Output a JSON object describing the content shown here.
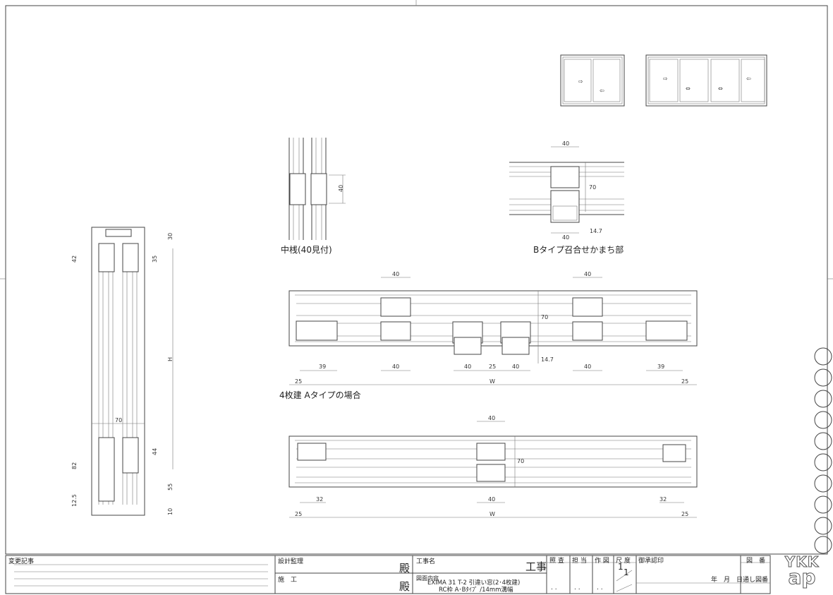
{
  "drawing": {
    "mullion_caption": "中桟(40見付)",
    "mullion_dim": "40",
    "btype_caption": "Bタイプ召合せかまち部",
    "btype_dims": [
      "40",
      "70",
      "40",
      "14.7"
    ],
    "atype_caption": "4枚建 Aタイプの場合",
    "atype_dims": {
      "top": "40",
      "top2": "40",
      "d39a": "39",
      "d40a": "40",
      "d40b": "40",
      "d25": "25",
      "d40c": "40",
      "d40d": "40",
      "d39b": "39",
      "d70": "70",
      "d147": "14.7",
      "left25": "25",
      "W": "W",
      "right25": "25"
    },
    "twopanel_dims": {
      "top": "40",
      "d32a": "32",
      "d40": "40",
      "d32b": "32",
      "d70": "70",
      "left25": "25",
      "W": "W",
      "right25": "25"
    },
    "vertical_dims": {
      "d30": "30",
      "d42": "42",
      "d35": "35",
      "H": "H",
      "d70": "70",
      "d82": "82",
      "d44": "44",
      "d55": "55",
      "d125": "12.5",
      "d10": "10"
    }
  },
  "title_block": {
    "revision_label": "変更記事",
    "design_supervision": "設計監理",
    "construction": "施　工",
    "dono1": "殿",
    "dono2": "殿",
    "project_name_label": "工事名",
    "project_suffix": "工事",
    "drawing_content_label": "図面内容",
    "drawing_content_line1": "EXIMA 31 T-2 引違い窓(2･4枚建)",
    "drawing_content_line2": "RC枠 A･Bﾀｲﾌﾟ /14mm溝幅",
    "check": "照 査",
    "charge": "担 当",
    "draft": "作 図",
    "scale_label": "尺 度",
    "scale_num": "1",
    "scale_den": "1",
    "approval": "御承認印",
    "date": "年　月　日",
    "drawing_no": "図　番",
    "serial_no": "通し図番",
    "dots": ". .",
    "logo_top": "YKK",
    "logo_bottom": "ap"
  }
}
